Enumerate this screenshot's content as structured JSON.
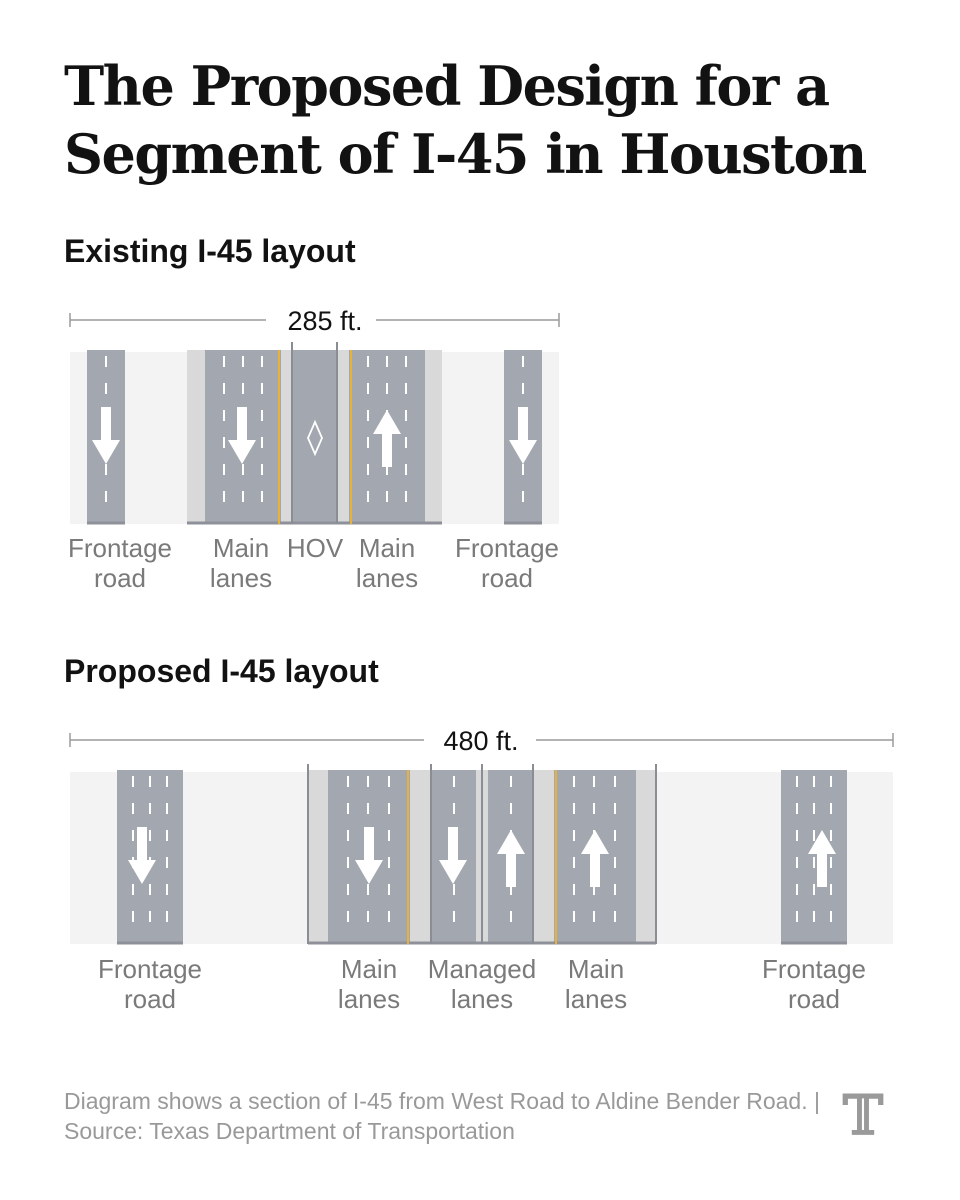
{
  "title": "The Proposed Design for a Segment of I-45 in Houston",
  "existing": {
    "heading": "Existing I-45 layout",
    "width_label": "285 ft.",
    "labels": {
      "frontage_left": [
        "Frontage",
        "road"
      ],
      "main_left": [
        "Main",
        "lanes"
      ],
      "hov": [
        "HOV"
      ],
      "main_right": [
        "Main",
        "lanes"
      ],
      "frontage_right": [
        "Frontage",
        "road"
      ]
    }
  },
  "proposed": {
    "heading": "Proposed I-45 layout",
    "width_label": "480 ft.",
    "labels": {
      "frontage_left": [
        "Frontage",
        "road"
      ],
      "main_left": [
        "Main",
        "lanes"
      ],
      "managed": [
        "Managed",
        "lanes"
      ],
      "main_right": [
        "Main",
        "lanes"
      ],
      "frontage_right": [
        "Frontage",
        "road"
      ]
    }
  },
  "footnote": "Diagram shows a section of I-45 from West Road to Aldine Bender Road. | Source: Texas Department of Transportation",
  "logo_glyph": "𝕋",
  "colors": {
    "road": "#a3a7af",
    "median": "#f3f3f3",
    "shoulder": "#d9d9d9",
    "yellow_line": "#e8b23a",
    "arrow": "#ffffff",
    "text": "#121212",
    "label": "#7a7a7a"
  }
}
